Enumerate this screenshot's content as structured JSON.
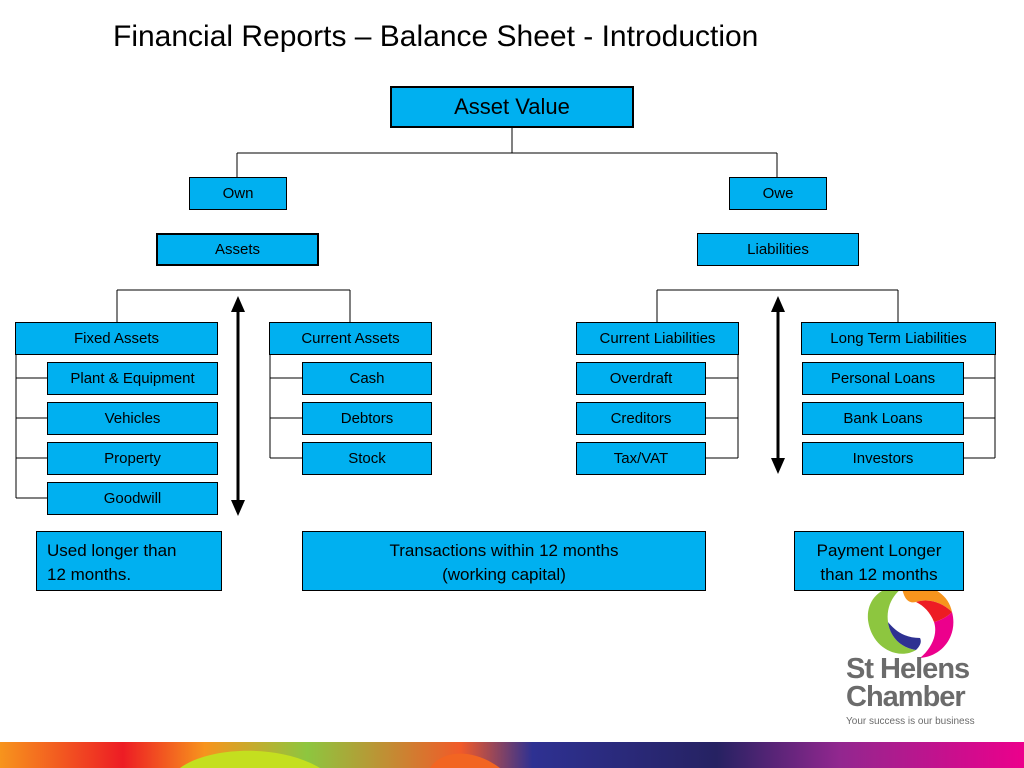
{
  "title": "Financial Reports – Balance Sheet - Introduction",
  "root": "Asset Value",
  "own": "Own",
  "owe": "Owe",
  "assets": "Assets",
  "liabilities": "Liabilities",
  "fixed_assets": {
    "label": "Fixed Assets",
    "items": [
      "Plant & Equipment",
      "Vehicles",
      "Property",
      "Goodwill"
    ]
  },
  "current_assets": {
    "label": "Current Assets",
    "items": [
      "Cash",
      "Debtors",
      "Stock"
    ]
  },
  "current_liabilities": {
    "label": "Current Liabilities",
    "items": [
      "Overdraft",
      "Creditors",
      "Tax/VAT"
    ]
  },
  "long_term_liabilities": {
    "label": "Long Term Liabilities",
    "items": [
      "Personal Loans",
      "Bank Loans",
      "Investors"
    ]
  },
  "notes": {
    "left": [
      "Used longer than",
      "12 months."
    ],
    "center": [
      "Transactions within 12 months",
      "(working capital)"
    ],
    "right": [
      "Payment Longer",
      "than 12 months"
    ]
  },
  "logo": {
    "line1": "St Helens",
    "line2": "Chamber",
    "tagline": "Your success is our business"
  },
  "colors": {
    "box_fill": "#00B0F0",
    "border": "#000000"
  }
}
